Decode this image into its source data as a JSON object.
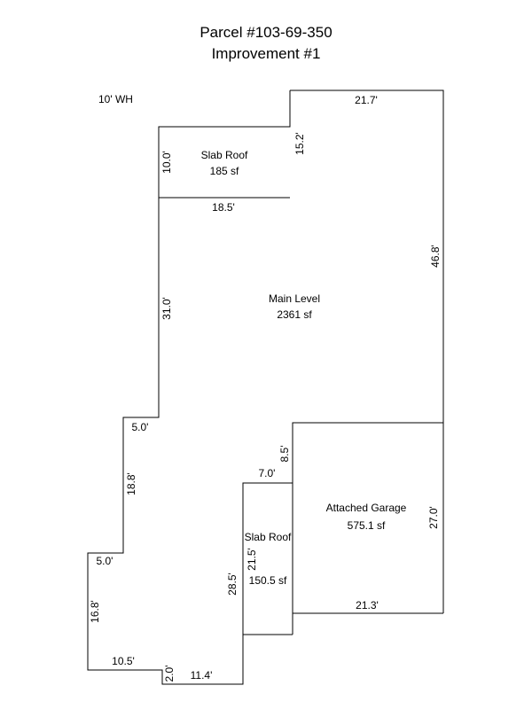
{
  "header": {
    "parcel": "Parcel #103-69-350",
    "improvement": "Improvement #1"
  },
  "note": "10' WH",
  "areas": {
    "slab_roof_top": {
      "label": "Slab Roof",
      "area": "185 sf"
    },
    "main_level": {
      "label": "Main Level",
      "area": "2361 sf"
    },
    "garage": {
      "label": "Attached Garage",
      "area": "575.1 sf"
    },
    "slab_roof_bottom": {
      "label": "Slab Roof",
      "area": "150.5 sf"
    }
  },
  "dimensions": {
    "main_top": "21.7'",
    "main_right": "46.8'",
    "notch_vertical": "15.2'",
    "slab_top_height": "10.0'",
    "slab_top_width": "18.5'",
    "left_upper": "31.0'",
    "step_upper": "5.0'",
    "left_middle": "18.8'",
    "step_lower": "5.0'",
    "left_lower": "16.8'",
    "bottom_left": "10.5'",
    "bottom_jog": "2.0'",
    "bottom_middle": "11.4'",
    "slab_bottom_outer": "28.5'",
    "slab_bottom_inner": "21.5'",
    "slab_bottom_width": "7.0'",
    "garage_notch": "8.5'",
    "garage_right": "27.0'",
    "garage_bottom": "21.3'"
  }
}
